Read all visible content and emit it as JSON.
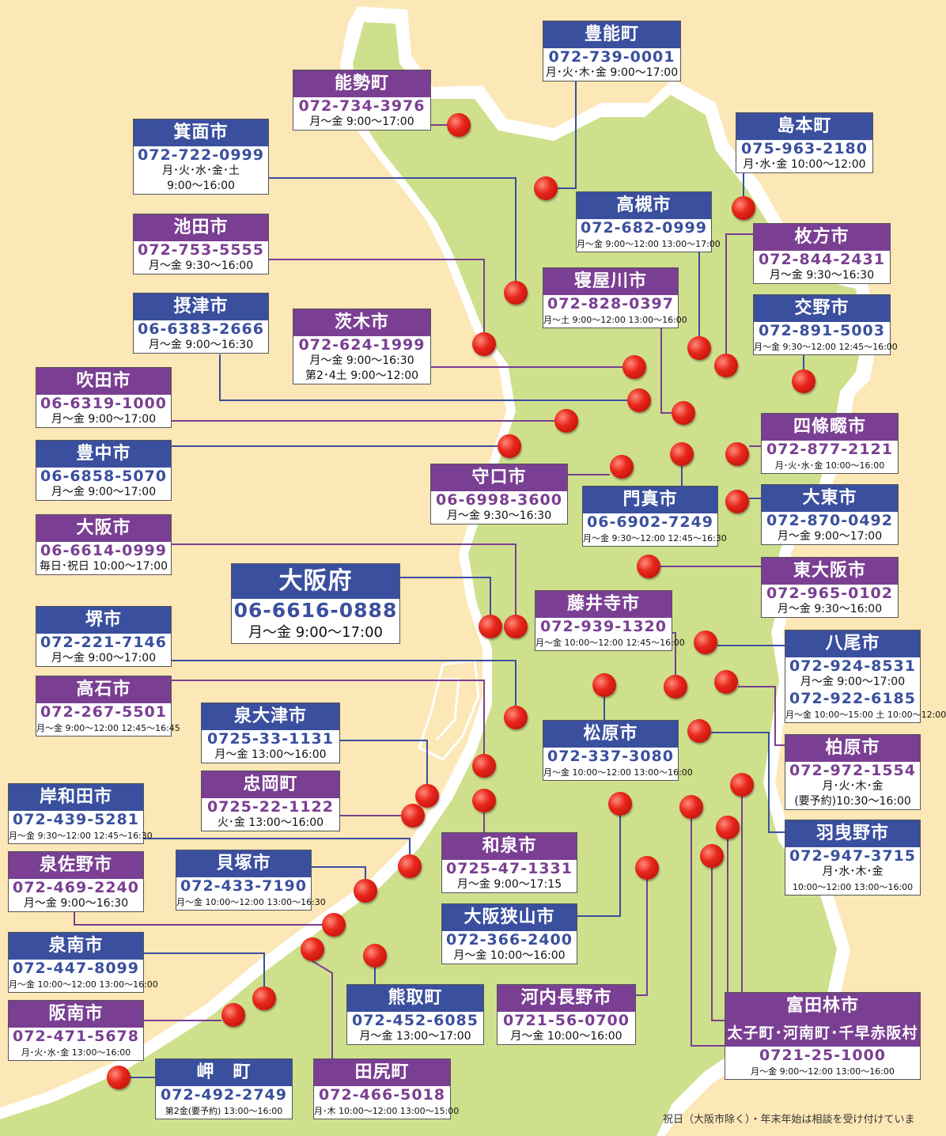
{
  "note": "祝日（大阪市除く）・年末年始は相談を受け付けていま",
  "offices": [
    {
      "id": "osakafu",
      "name": "大阪府",
      "phone": "06-6616-0888",
      "hours": [
        "月～金 9:00～17:00"
      ]
    },
    {
      "id": "toyono",
      "name": "豊能町",
      "phone": "072-739-0001",
      "hours": [
        "月･火･木･金 9:00～17:00"
      ]
    },
    {
      "id": "nose",
      "name": "能勢町",
      "phone": "072-734-3976",
      "hours": [
        "月～金 9:00～17:00"
      ]
    },
    {
      "id": "minoo",
      "name": "箕面市",
      "phone": "072-722-0999",
      "hours": [
        "月･火･水･金･土",
        "9:00～16:00"
      ]
    },
    {
      "id": "ikeda",
      "name": "池田市",
      "phone": "072-753-5555",
      "hours": [
        "月～金 9:30～16:00"
      ]
    },
    {
      "id": "settsu",
      "name": "摂津市",
      "phone": "06-6383-2666",
      "hours": [
        "月～金 9:00～16:30"
      ]
    },
    {
      "id": "ibaraki",
      "name": "茨木市",
      "phone": "072-624-1999",
      "hours": [
        "月～金 9:00～16:30",
        "第2･4土 9:00～12:00"
      ]
    },
    {
      "id": "suita",
      "name": "吹田市",
      "phone": "06-6319-1000",
      "hours": [
        "月～金 9:00～17:00"
      ]
    },
    {
      "id": "toyonaka",
      "name": "豊中市",
      "phone": "06-6858-5070",
      "hours": [
        "月～金 9:00～17:00"
      ]
    },
    {
      "id": "osakashi",
      "name": "大阪市",
      "phone": "06-6614-0999",
      "hours": [
        "毎日･祝日 10:00～17:00"
      ]
    },
    {
      "id": "sakai",
      "name": "堺市",
      "phone": "072-221-7146",
      "hours": [
        "月～金 9:00～17:00"
      ]
    },
    {
      "id": "takaishi",
      "name": "高石市",
      "phone": "072-267-5501",
      "hours": [
        "月～金 9:00～12:00 12:45～16:45"
      ]
    },
    {
      "id": "izumiotsu",
      "name": "泉大津市",
      "phone": "0725-33-1131",
      "hours": [
        "月～金 13:00～16:00"
      ]
    },
    {
      "id": "tadaoka",
      "name": "忠岡町",
      "phone": "0725-22-1122",
      "hours": [
        "火･金 13:00～16:00"
      ]
    },
    {
      "id": "kishiwada",
      "name": "岸和田市",
      "phone": "072-439-5281",
      "hours": [
        "月～金 9:30～12:00 12:45～16:30"
      ]
    },
    {
      "id": "izumisano",
      "name": "泉佐野市",
      "phone": "072-469-2240",
      "hours": [
        "月～金 9:00～16:30"
      ]
    },
    {
      "id": "kaizuka",
      "name": "貝塚市",
      "phone": "072-433-7190",
      "hours": [
        "月～金 10:00～12:00 13:00～16:30"
      ]
    },
    {
      "id": "sennan",
      "name": "泉南市",
      "phone": "072-447-8099",
      "hours": [
        "月～金 10:00～12:00 13:00～16:00"
      ]
    },
    {
      "id": "hannan",
      "name": "阪南市",
      "phone": "072-471-5678",
      "hours": [
        "月･火･水･金 13:00～16:00"
      ]
    },
    {
      "id": "misaki",
      "name": "岬　町",
      "phone": "072-492-2749",
      "hours": [
        "第2金(要予約) 13:00～16:00"
      ]
    },
    {
      "id": "tajiri",
      "name": "田尻町",
      "phone": "072-466-5018",
      "hours": [
        "月･木 10:00～12:00 13:00～15:00"
      ]
    },
    {
      "id": "kumatori",
      "name": "熊取町",
      "phone": "072-452-6085",
      "hours": [
        "月～金 13:00～17:00"
      ]
    },
    {
      "id": "kawachinagano",
      "name": "河内長野市",
      "phone": "0721-56-0700",
      "hours": [
        "月～金 10:00～16:00"
      ]
    },
    {
      "id": "osakasayama",
      "name": "大阪狭山市",
      "phone": "072-366-2400",
      "hours": [
        "月～金 10:00～16:00"
      ]
    },
    {
      "id": "izumi",
      "name": "和泉市",
      "phone": "0725-47-1331",
      "hours": [
        "月～金 9:00～17:15"
      ]
    },
    {
      "id": "matsubara",
      "name": "松原市",
      "phone": "072-337-3080",
      "hours": [
        "月～金 10:00～12:00 13:00～16:00"
      ]
    },
    {
      "id": "fujiidera",
      "name": "藤井寺市",
      "phone": "072-939-1320",
      "hours": [
        "月～金 10:00～12:00 12:45～16:00"
      ]
    },
    {
      "id": "moriguchi",
      "name": "守口市",
      "phone": "06-6998-3600",
      "hours": [
        "月～金 9:30～16:30"
      ]
    },
    {
      "id": "kadoma",
      "name": "門真市",
      "phone": "06-6902-7249",
      "hours": [
        "月～金 9:30～12:00 12:45～16:30"
      ]
    },
    {
      "id": "neyagawa",
      "name": "寝屋川市",
      "phone": "072-828-0397",
      "hours": [
        "月～土 9:00～12:00 13:00～16:00"
      ]
    },
    {
      "id": "takatsuki",
      "name": "高槻市",
      "phone": "072-682-0999",
      "hours": [
        "月～金 9:00～12:00 13:00～17:00"
      ]
    },
    {
      "id": "shimamoto",
      "name": "島本町",
      "phone": "075-963-2180",
      "hours": [
        "月･水･金 10:00～12:00"
      ]
    },
    {
      "id": "hirakata",
      "name": "枚方市",
      "phone": "072-844-2431",
      "hours": [
        "月～金 9:30～16:30"
      ]
    },
    {
      "id": "katano",
      "name": "交野市",
      "phone": "072-891-5003",
      "hours": [
        "月～金 9:30～12:00 12:45～16:00"
      ]
    },
    {
      "id": "shijonawate",
      "name": "四條畷市",
      "phone": "072-877-2121",
      "hours": [
        "月･火･水･金 10:00～16:00"
      ]
    },
    {
      "id": "daito",
      "name": "大東市",
      "phone": "072-870-0492",
      "hours": [
        "月～金 9:00～17:00"
      ]
    },
    {
      "id": "higashiosaka",
      "name": "東大阪市",
      "phone": "072-965-0102",
      "hours": [
        "月～金 9:30～16:00"
      ]
    },
    {
      "id": "yao",
      "name": "八尾市",
      "phone": "072-924-8531",
      "phone2": "072-922-6185",
      "hours": [
        "月～金 9:00～17:00"
      ],
      "hours2": [
        "月～金 10:00～15:00 土 10:00～12:00"
      ]
    },
    {
      "id": "kashiwara",
      "name": "柏原市",
      "phone": "072-972-1554",
      "hours": [
        "月･火･木･金",
        "(要予約)10:30～16:00"
      ]
    },
    {
      "id": "habikino",
      "name": "羽曳野市",
      "phone": "072-947-3715",
      "hours": [
        "月･水･木･金",
        "10:00～12:00 13:00～16:00"
      ]
    },
    {
      "id": "tondabayashi",
      "name": "富田林市",
      "name2": "太子町･河南町･千早赤阪村",
      "phone": "0721-25-1000",
      "hours": [
        "月～金 9:00～12:00 13:00～16:00"
      ]
    }
  ]
}
